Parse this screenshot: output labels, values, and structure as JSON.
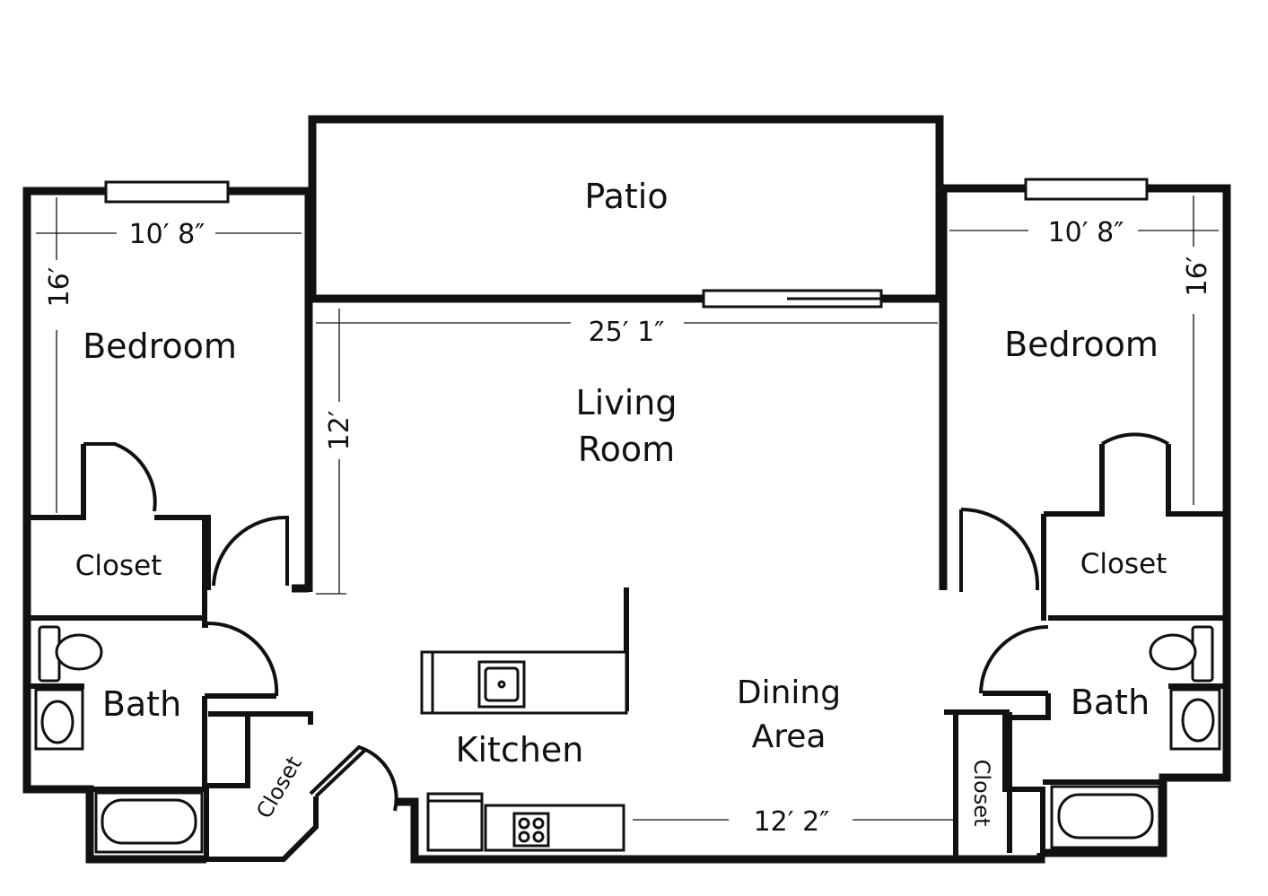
{
  "colors": {
    "wall": "#111111",
    "background": "#ffffff"
  },
  "rooms": {
    "patio": "Patio",
    "living_line1": "Living",
    "living_line2": "Room",
    "bedroom_left": "Bedroom",
    "bedroom_right": "Bedroom",
    "closet_left": "Closet",
    "closet_right": "Closet",
    "bath_left": "Bath",
    "bath_right": "Bath",
    "closet_hall": "Closet",
    "closet_dining": "Closet",
    "kitchen": "Kitchen",
    "dining_line1": "Dining",
    "dining_line2": "Area"
  },
  "dimensions": {
    "bedroom_left_width": "10′ 8″",
    "bedroom_left_depth": "16′",
    "bedroom_right_width": "10′ 8″",
    "bedroom_right_depth": "16′",
    "living_width": "25′ 1″",
    "living_depth": "12′",
    "dining_width": "12′ 2″"
  }
}
